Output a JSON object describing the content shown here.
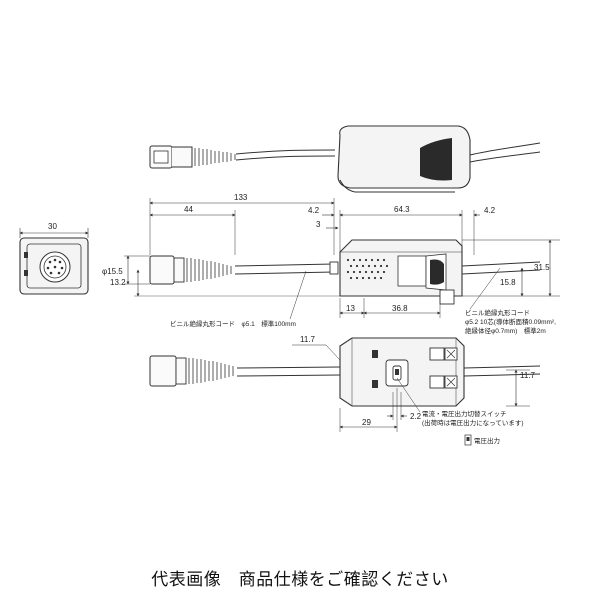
{
  "dimensions": {
    "end_width": "30",
    "total_length": "133",
    "connector_length": "44",
    "offset_left": "4.2",
    "body_length": "64.3",
    "offset_right": "4.2",
    "small_gap": "3",
    "connector_dia": "φ15.5",
    "connector_height": "13.2",
    "body_height": "31.5",
    "cable_height": "15.8",
    "dim_13": "13",
    "dim_36_8": "36.8",
    "dim_11_7_left": "11.7",
    "dim_11_7_right": "11.7",
    "dim_2_2": "2.2",
    "dim_29": "29"
  },
  "notes": {
    "cable_left": "ビニル絶縁丸形コード　φ5.1　標準100mm",
    "cable_right_1": "ビニル絶縁丸形コード",
    "cable_right_2": "φ5.2 10芯(導体断面積0.09mm²,",
    "cable_right_3": "絶縁体径φ0.7mm)　標準2m",
    "switch_1": "電流・電圧出力切替スイッチ",
    "switch_2": "(出荷時は電圧出力になっています)",
    "voltage_output": "電圧出力"
  },
  "caption": "代表画像　商品仕様をご確認ください",
  "colors": {
    "line": "#333333",
    "body_fill": "#f4f4f4",
    "dark": "#2a2a2a"
  }
}
